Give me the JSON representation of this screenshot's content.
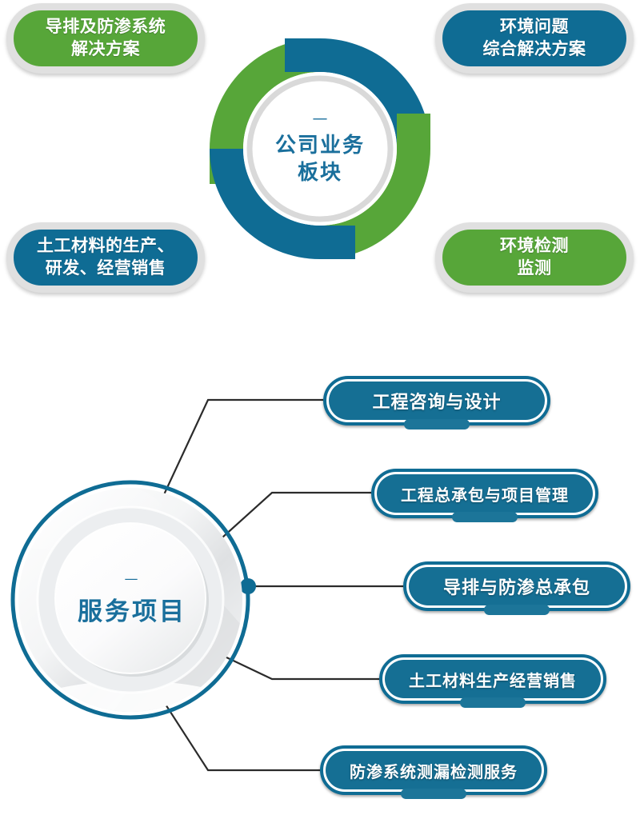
{
  "diagram": {
    "title_top": "公司业务板块",
    "title_bottom": "服务项目"
  },
  "colors": {
    "green": "#57a639",
    "blue": "#0f6c94",
    "blue_deep": "#156f94",
    "ring_gray": "#e0e0e0",
    "text_blue": "#1a6f9c",
    "line": "#2b2b2b"
  },
  "top_section": {
    "center": {
      "dash": "—",
      "line1": "公司业务",
      "line2": "板块"
    },
    "pills": [
      {
        "id": "top-left",
        "text": "导排及防渗系统\n解决方案",
        "color": "green",
        "position": "top-left"
      },
      {
        "id": "top-right",
        "text": "环境问题\n综合解决方案",
        "color": "blue",
        "position": "top-right"
      },
      {
        "id": "bottom-left",
        "text": "土工材料的生产、\n研发、经营销售",
        "color": "blue",
        "position": "bottom-left"
      },
      {
        "id": "bottom-right",
        "text": "环境检测\n监测",
        "color": "green",
        "position": "bottom-right"
      }
    ]
  },
  "bottom_section": {
    "center": {
      "dash": "—",
      "label": "服务项目"
    },
    "items": [
      {
        "id": "svc-0",
        "text": "工程咨询与设计"
      },
      {
        "id": "svc-1",
        "text": "工程总承包与项目管理"
      },
      {
        "id": "svc-2",
        "text": "导排与防渗总承包"
      },
      {
        "id": "svc-3",
        "text": "土工材料生产经营销售"
      },
      {
        "id": "svc-4",
        "text": "防渗系统测漏检测服务"
      }
    ]
  }
}
